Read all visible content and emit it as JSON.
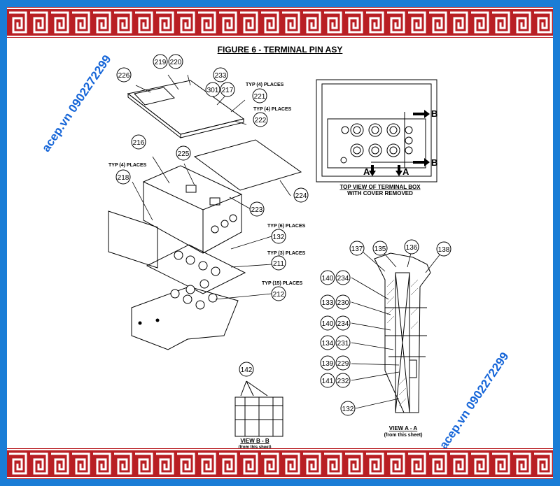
{
  "title": "FIGURE 6 - TERMINAL PIN ASY",
  "watermark": "acep.vn  0902272299",
  "colors": {
    "border_blue": "#1a7dd6",
    "band_red": "#b91f24",
    "watermark_blue": "#1565d8"
  },
  "exploded_view": {
    "callouts": [
      "219",
      "220",
      "226",
      "233",
      "301",
      "217",
      "221",
      "222",
      "216",
      "225",
      "218",
      "223",
      "224",
      "132",
      "211",
      "212"
    ],
    "notes": {
      "typ4_a": "TYP (4) PLACES",
      "typ4_b": "TYP (4) PLACES",
      "typ4_c": "TYP (4) PLACES",
      "typ6": "TYP (6) PLACES",
      "typ3": "TYP (3) PLACES",
      "typ15": "TYP (15) PLACES"
    }
  },
  "top_view": {
    "caption_line1": "TOP VIEW OF TERMINAL BOX",
    "caption_line2": "WITH COVER REMOVED",
    "section_a": "A",
    "section_b": "B"
  },
  "view_aa": {
    "callouts_top": [
      "137",
      "135",
      "136",
      "138"
    ],
    "callouts_left": [
      "140",
      "234",
      "133",
      "230",
      "140",
      "234",
      "134",
      "231",
      "139",
      "229",
      "141",
      "232",
      "132"
    ],
    "caption": "VIEW A - A",
    "subcaption": "(from this sheet)"
  },
  "view_bb": {
    "callout": "142",
    "caption": "VIEW B - B",
    "subcaption": "(from this sheet)"
  }
}
